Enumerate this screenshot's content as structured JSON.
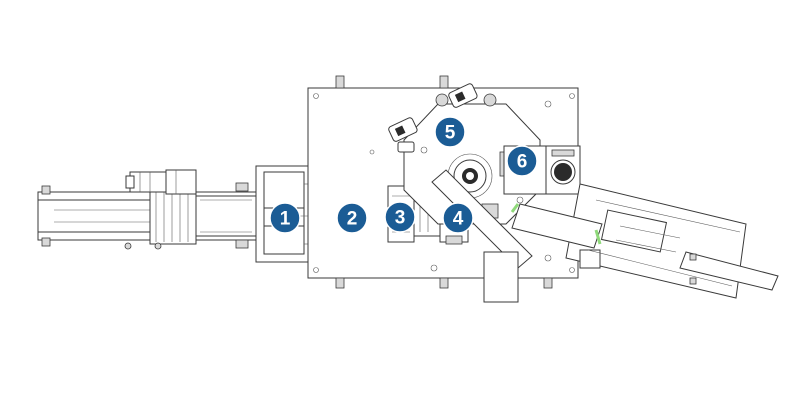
{
  "colors": {
    "badge_fill": "#1b5c95",
    "badge_text": "#ffffff",
    "line": "#3a3a3a",
    "highlight": "#8fd97a"
  },
  "badges": [
    {
      "id": "station-1",
      "label": "1"
    },
    {
      "id": "station-2",
      "label": "2"
    },
    {
      "id": "station-3",
      "label": "3"
    },
    {
      "id": "station-4",
      "label": "4"
    },
    {
      "id": "station-5",
      "label": "5"
    },
    {
      "id": "station-6",
      "label": "6"
    }
  ]
}
